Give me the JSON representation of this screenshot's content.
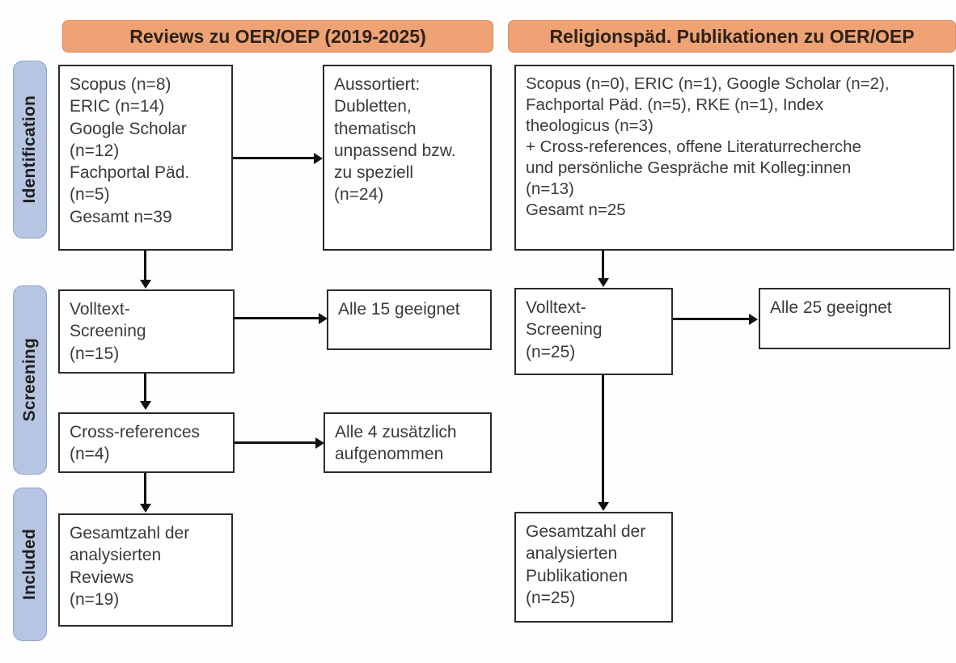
{
  "colors": {
    "header_orange": "#efa374",
    "header_orange_border": "#d98c5c",
    "stage_blue": "#b6c6e2",
    "stage_blue_border": "#8fa3c8",
    "box_border": "#2b2b2b",
    "text": "#3a3a3a",
    "connector": "#111111",
    "background": "#fefefe"
  },
  "stages": [
    {
      "label": "Identification"
    },
    {
      "label": "Screening"
    },
    {
      "label": "Included"
    }
  ],
  "columns": {
    "left": {
      "header": "Reviews zu OER/OEP (2019-2025)",
      "identification_sources": "Scopus (n=8)\nERIC (n=14)\nGoogle Scholar\n(n=12)\nFachportal Päd.\n(n=5)\nGesamt n=39",
      "excluded": "Aussortiert:\nDubletten,\nthematisch\nunpassend bzw.\nzu speziell\n(n=24)",
      "fulltext_screening": "Volltext-\nScreening\n(n=15)",
      "fulltext_result": "Alle 15 geeignet",
      "cross_references": "Cross-references\n(n=4)",
      "cross_references_result": "Alle 4 zusätzlich\naufgenommen",
      "included_total": "Gesamtzahl der\nanalysierten\nReviews\n(n=19)"
    },
    "right": {
      "header": "Religionspäd. Publikationen zu OER/OEP",
      "identification_sources": "Scopus (n=0), ERIC (n=1), Google Scholar (n=2),\nFachportal Päd. (n=5), RKE (n=1), Index\ntheologicus (n=3)\n+ Cross-references, offene Literaturrecherche\nund persönliche Gespräche mit Kolleg:innen\n(n=13)\nGesamt n=25",
      "fulltext_screening": "Volltext-\nScreening\n(n=25)",
      "fulltext_result": "Alle 25 geeignet",
      "included_total": "Gesamtzahl der\nanalysierten\nPublikationen\n(n=25)"
    }
  },
  "chart_data": {
    "type": "table",
    "title": "PRISMA-Flussdiagramm: Reviews und religionspädagogische Publikationen zu OER/OEP",
    "stages": [
      "Identification",
      "Screening",
      "Included"
    ],
    "streams": [
      {
        "name": "Reviews zu OER/OEP (2019-2025)",
        "identification": {
          "sources": [
            {
              "database": "Scopus",
              "n": 8
            },
            {
              "database": "ERIC",
              "n": 14
            },
            {
              "database": "Google Scholar",
              "n": 12
            },
            {
              "database": "Fachportal Päd.",
              "n": 5
            }
          ],
          "total": 39,
          "excluded": {
            "reason": "Dubletten, thematisch unpassend bzw. zu speziell",
            "n": 24
          }
        },
        "screening": {
          "fulltext_screening_n": 15,
          "fulltext_result": "Alle 15 geeignet",
          "cross_references_n": 4,
          "cross_references_result": "Alle 4 zusätzlich aufgenommen"
        },
        "included": {
          "label": "Gesamtzahl der analysierten Reviews",
          "n": 19
        }
      },
      {
        "name": "Religionspäd. Publikationen zu OER/OEP",
        "identification": {
          "sources": [
            {
              "database": "Scopus",
              "n": 0
            },
            {
              "database": "ERIC",
              "n": 1
            },
            {
              "database": "Google Scholar",
              "n": 2
            },
            {
              "database": "Fachportal Päd.",
              "n": 5
            },
            {
              "database": "RKE",
              "n": 1
            },
            {
              "database": "Index theologicus",
              "n": 3
            },
            {
              "database": "Cross-references, offene Literaturrecherche und persönliche Gespräche mit Kolleg:innen",
              "n": 13
            }
          ],
          "total": 25,
          "excluded": null
        },
        "screening": {
          "fulltext_screening_n": 25,
          "fulltext_result": "Alle 25 geeignet",
          "cross_references_n": null,
          "cross_references_result": null
        },
        "included": {
          "label": "Gesamtzahl der analysierten Publikationen",
          "n": 25
        }
      }
    ]
  }
}
